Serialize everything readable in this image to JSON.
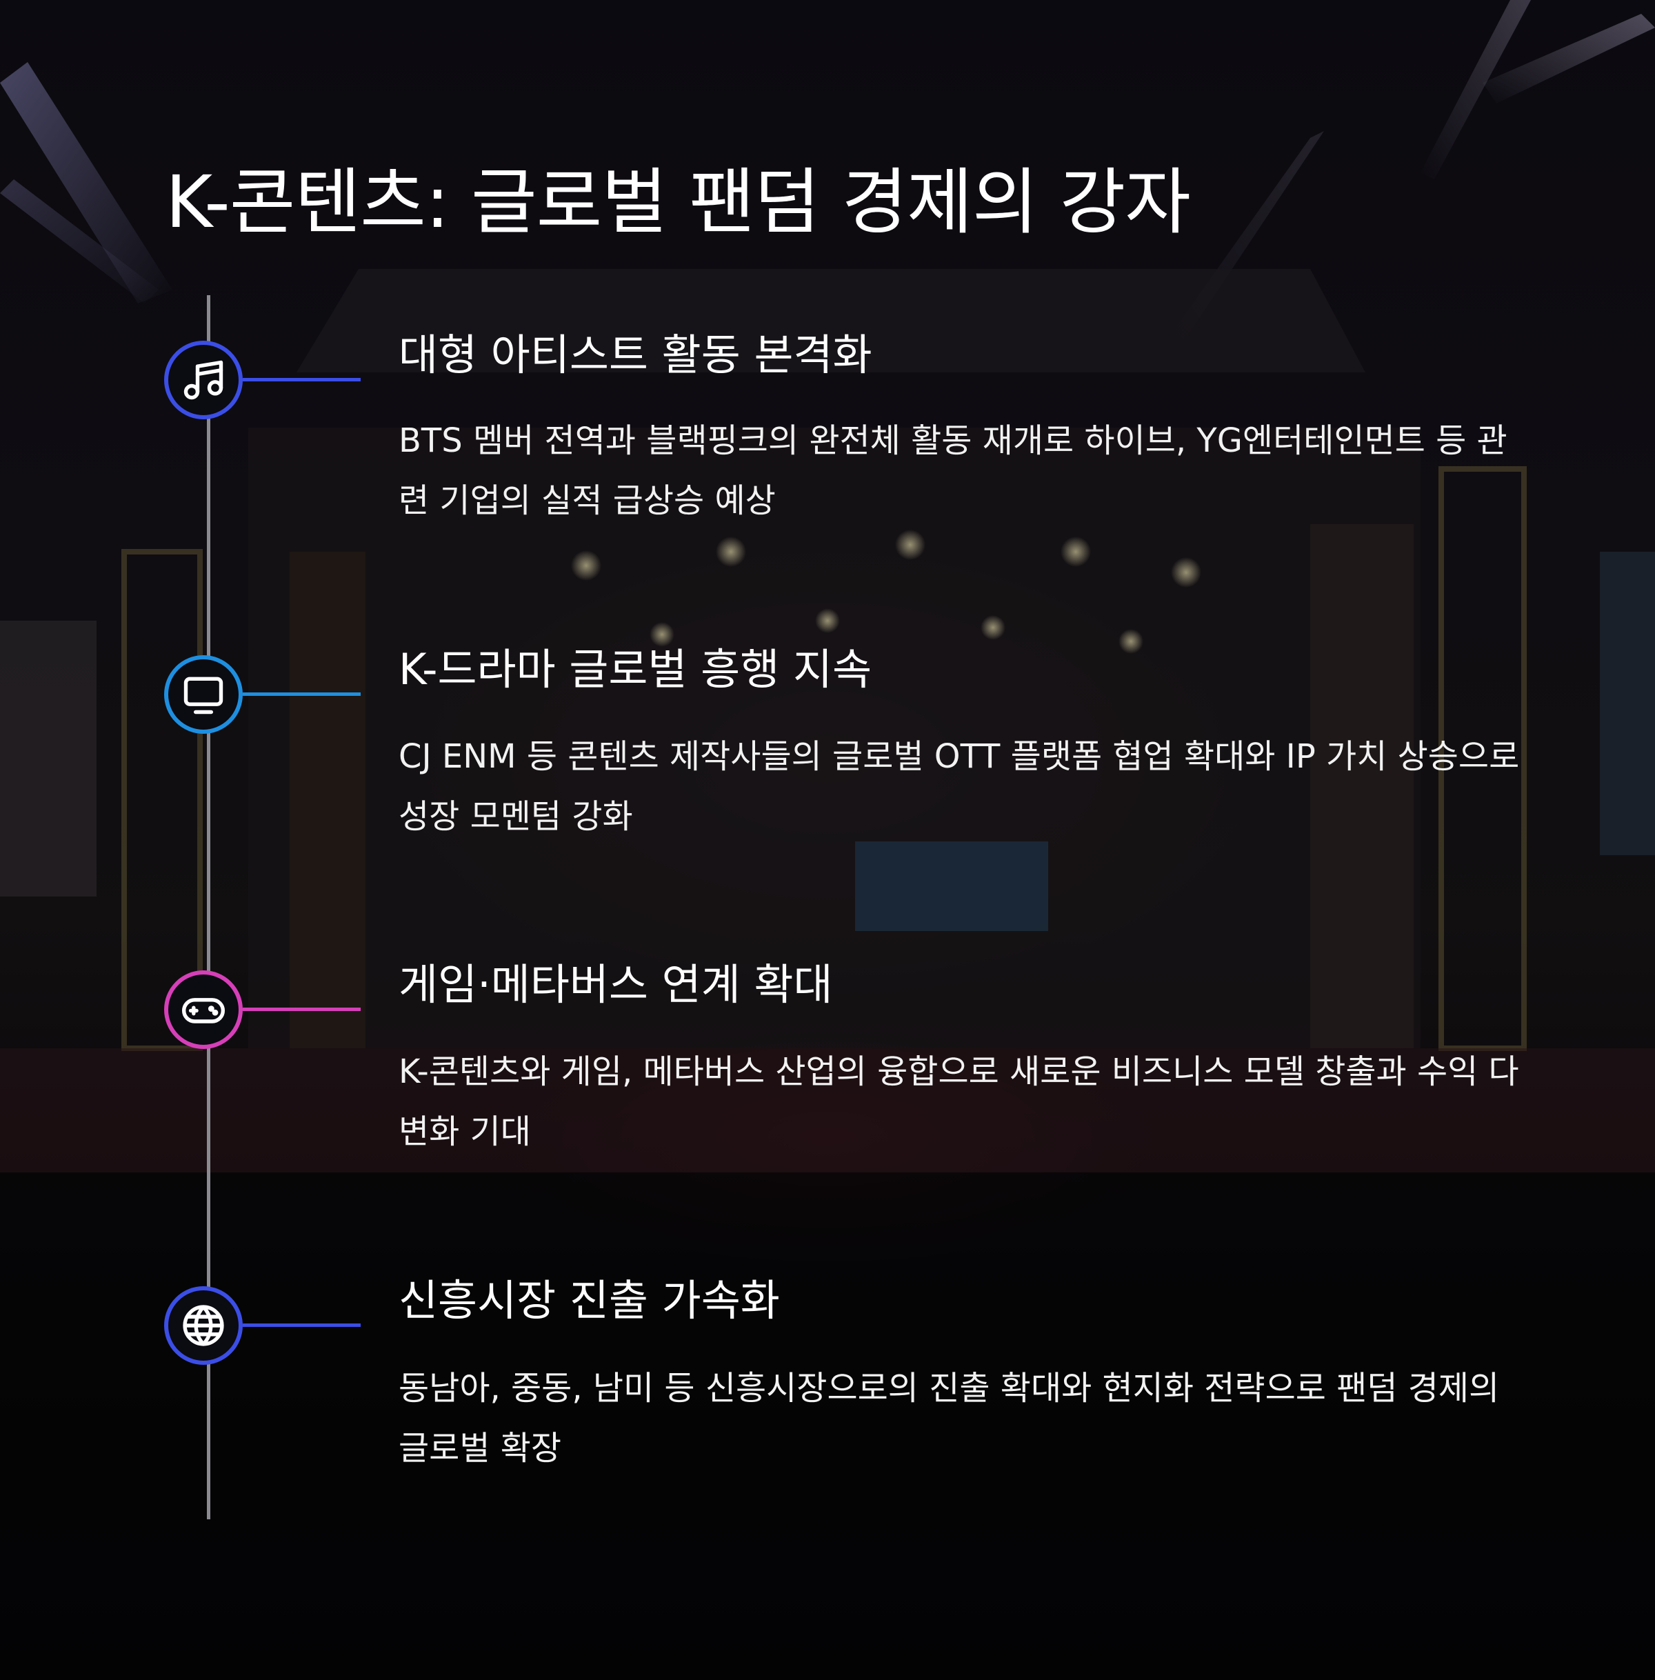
{
  "title": "K-콘텐츠: 글로벌 팬덤 경제의 강자",
  "items": [
    {
      "icon": "music-note-icon",
      "color": "#3b4ee6",
      "title": "대형 아티스트 활동 본격화",
      "description": "BTS 멤버 전역과 블랙핑크의 완전체 활동 재개로 하이브, YG엔터테인먼트 등 관련 기업의 실적 급상승 예상"
    },
    {
      "icon": "tv-icon",
      "color": "#1e8fe0",
      "title": "K-드라마 글로벌 흥행 지속",
      "description": "CJ ENM 등 콘텐츠 제작사들의 글로벌 OTT 플랫폼 협업 확대와 IP 가치 상승으로 성장 모멘텀 강화"
    },
    {
      "icon": "gamepad-icon",
      "color": "#d63fb8",
      "title": "게임·메타버스 연계 확대",
      "description": "K-콘텐츠와 게임, 메타버스 산업의 융합으로 새로운 비즈니스 모델 창출과 수익 다변화 기대"
    },
    {
      "icon": "globe-icon",
      "color": "#3b4ee6",
      "title": "신흥시장 진출 가속화",
      "description": "동남아, 중동, 남미 등 신흥시장으로의 진출 확대와 현지화 전략으로 팬덤 경제의 글로벌 확장"
    }
  ]
}
